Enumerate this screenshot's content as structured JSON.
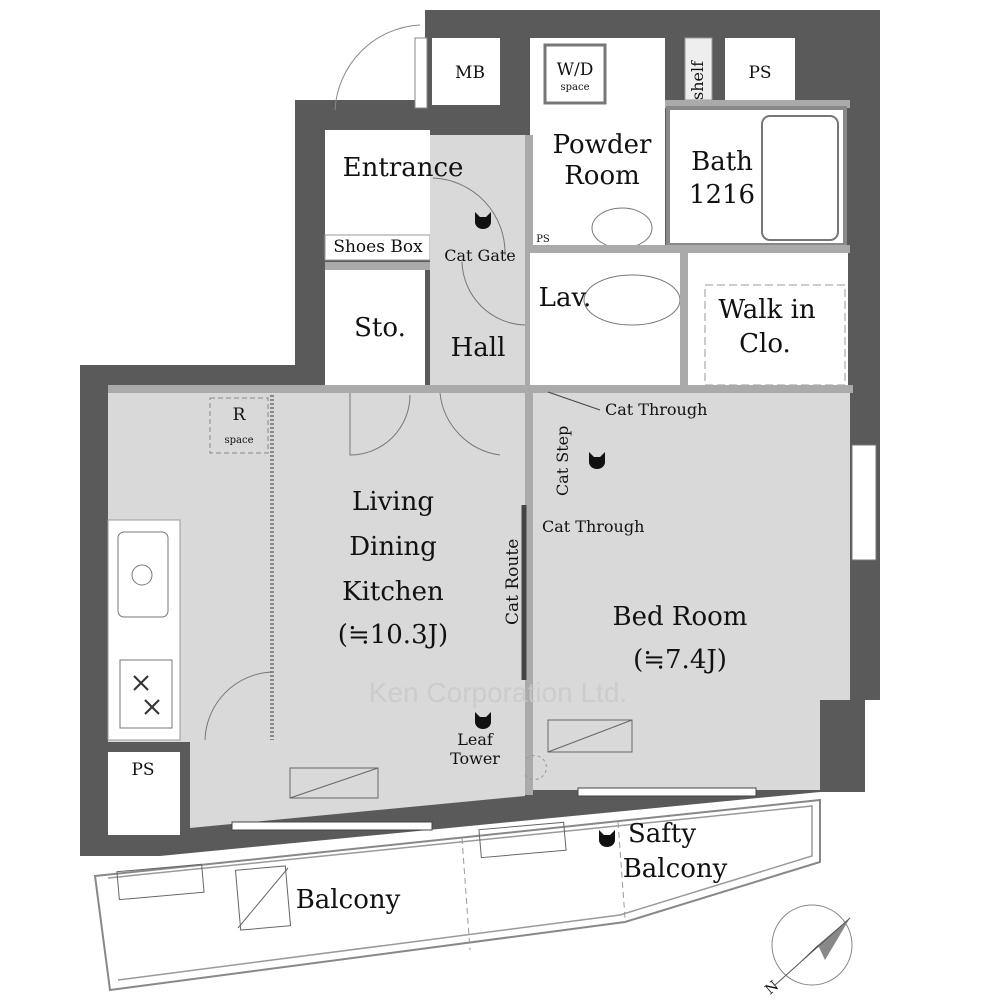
{
  "colors": {
    "wall": "#5a5a5a",
    "floor": "#d9d9d9",
    "wet": "#ffffff",
    "line": "#8a8a8a"
  },
  "rooms": {
    "mb": "MB",
    "wd": "W/D",
    "wd_sub": "space",
    "shelf": "shelf",
    "ps_top": "PS",
    "powder_1": "Powder",
    "powder_2": "Room",
    "bath_1": "Bath",
    "bath_2": "1216",
    "entrance": "Entrance",
    "shoes_box": "Shoes Box",
    "cat_gate": "Cat Gate",
    "ps_small": "PS",
    "lav": "Lav.",
    "walkin_1": "Walk in",
    "walkin_2": "Clo.",
    "sto": "Sto.",
    "hall": "Hall",
    "cat_through_1": "Cat Through",
    "cat_step": "Cat Step",
    "cat_through_2": "Cat Through",
    "r_space": "R",
    "r_space_sub": "space",
    "ldk_1": "Living",
    "ldk_2": "Dining",
    "ldk_3": "Kitchen",
    "ldk_size": "(≒10.3J)",
    "cat_route": "Cat Route",
    "bed_1": "Bed Room",
    "bed_size": "(≒7.4J)",
    "leaf_1": "Leaf",
    "leaf_2": "Tower",
    "ps_bottom": "PS",
    "safty_1": "Safty",
    "safty_2": "Balcony",
    "balcony": "Balcony"
  },
  "watermark": "Ken Corporation Ltd.",
  "compass": {
    "label": "N",
    "icon": "north-arrow-icon"
  }
}
